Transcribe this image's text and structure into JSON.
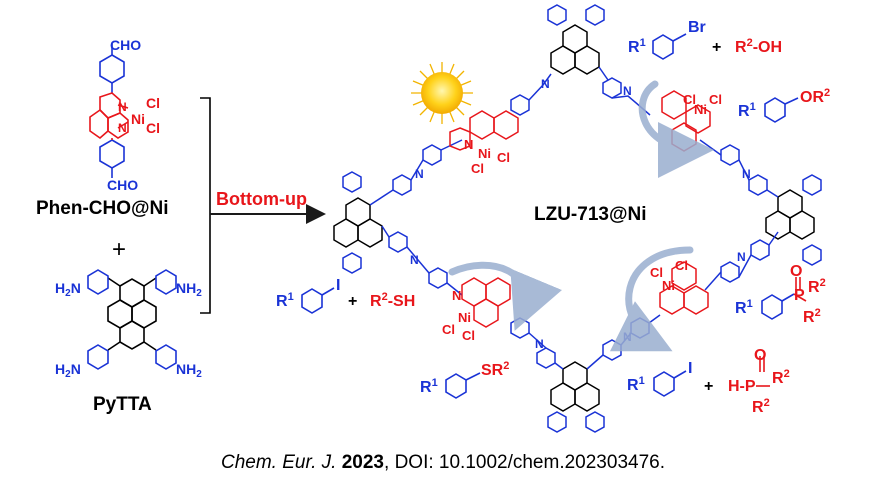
{
  "labels": {
    "monomer1": "Phen-CHO@Ni",
    "plus": "+",
    "monomer2": "PyTTA",
    "process": "Bottom-up",
    "product": "LZU-713@Ni"
  },
  "groups": {
    "cho": "CHO",
    "nh2": "NH2",
    "h2n": "H2N",
    "ni": "Ni",
    "cl": "Cl",
    "n": "N"
  },
  "reactions": {
    "top_right_reactant1": "R1 ArBr",
    "top_right_reactant2": "R2-OH",
    "top_right_product": "R1 ArOR2",
    "bottom_left_reactant2": "R2-SH",
    "bottom_left_product": "R1 ArSR2",
    "bottom_right_reactant2": "H-P(=O)R2R2",
    "bottom_right_product": "R1 ArP(=O)R2R2"
  },
  "citation": {
    "journal": "Chem. Eur. J.",
    "year": "2023",
    "doi": ", DOI: 10.1002/chem.202303476."
  },
  "colors": {
    "red": "#e8161b",
    "blue": "#1a33d6",
    "arrow": "#9aaed0",
    "sun": "#f7c500"
  }
}
